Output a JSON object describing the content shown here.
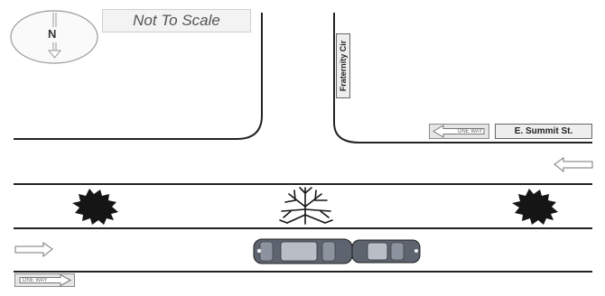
{
  "compass": {
    "letter": "N"
  },
  "scale_note": "Not To Scale",
  "streets": {
    "side_street": "Fraternity Cir",
    "main_street": "E. Summit St."
  },
  "one_way_sign_text": "ONE WAY"
}
